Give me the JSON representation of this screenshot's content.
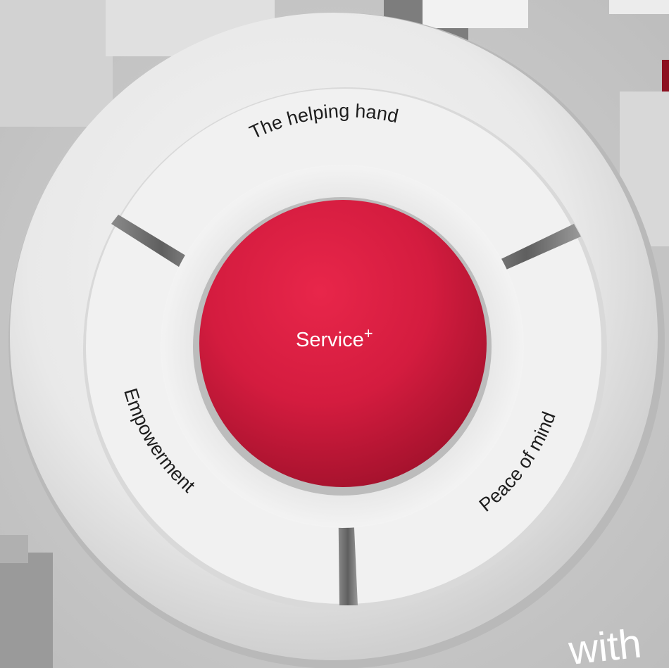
{
  "diagram": {
    "center": {
      "label": "Service",
      "superscript": "+",
      "color": "#d41c3f"
    },
    "segments": [
      {
        "label": "The helping hand"
      },
      {
        "label": "Peace of mind"
      },
      {
        "label": "Empowerment"
      }
    ]
  },
  "background": {
    "partial_word": "with",
    "accent_color": "#8c1020"
  }
}
